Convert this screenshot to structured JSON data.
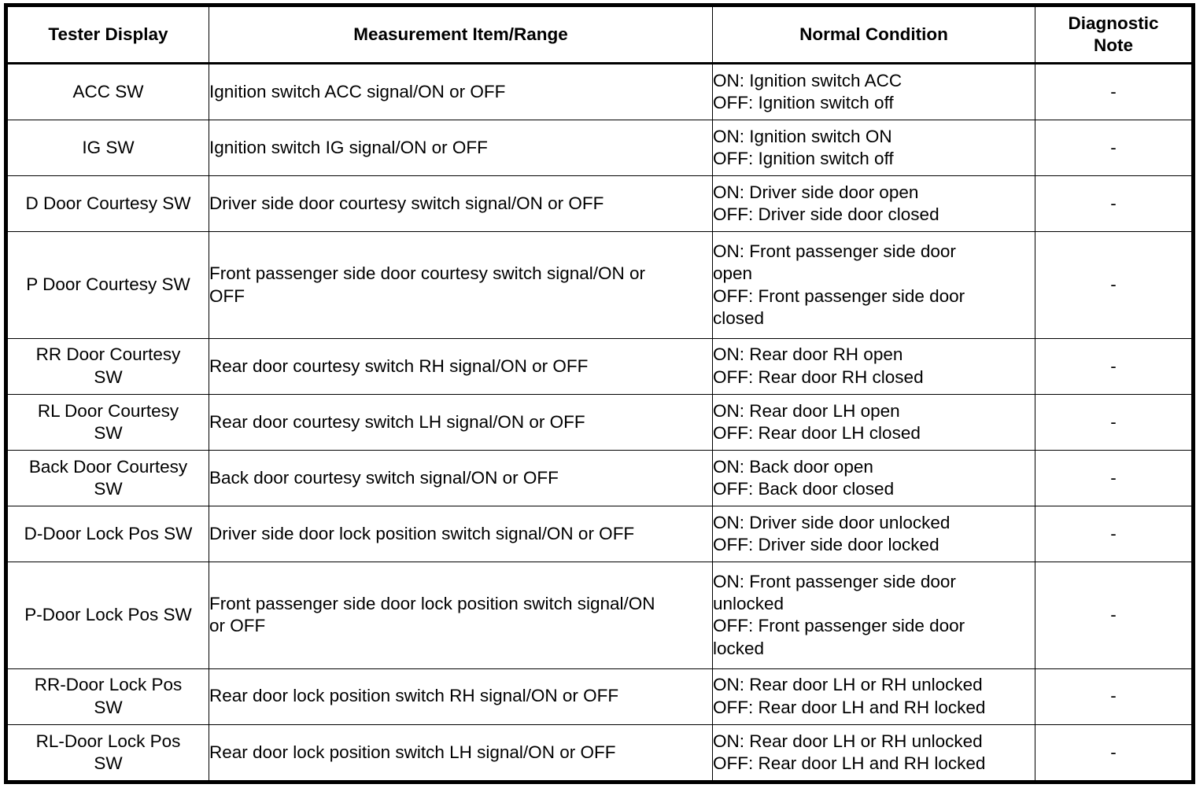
{
  "table": {
    "columns": [
      {
        "key": "tester_display",
        "label": "Tester Display"
      },
      {
        "key": "measurement_item_range",
        "label": "Measurement Item/Range"
      },
      {
        "key": "normal_condition",
        "label": "Normal Condition"
      },
      {
        "key": "diagnostic_note",
        "label": "Diagnostic\nNote"
      }
    ],
    "rows": [
      {
        "tester_display": "ACC SW",
        "measurement_item_range": "Ignition switch ACC signal/ON or OFF",
        "normal_condition": "ON: Ignition switch ACC\nOFF: Ignition switch off",
        "diagnostic_note": "-",
        "size": "short"
      },
      {
        "tester_display": "IG SW",
        "measurement_item_range": "Ignition switch IG signal/ON or OFF",
        "normal_condition": "ON: Ignition switch ON\nOFF: Ignition switch off",
        "diagnostic_note": "-",
        "size": "short"
      },
      {
        "tester_display": "D Door Courtesy SW",
        "measurement_item_range": "Driver side door courtesy switch signal/ON or OFF",
        "normal_condition": "ON: Driver side door open\nOFF: Driver side door closed",
        "diagnostic_note": "-",
        "size": "short"
      },
      {
        "tester_display": "P Door Courtesy SW",
        "measurement_item_range": "Front passenger side door courtesy switch signal/ON or\nOFF",
        "normal_condition": "ON: Front passenger side door\nopen\nOFF: Front passenger side door\nclosed",
        "diagnostic_note": "-",
        "size": "tall"
      },
      {
        "tester_display": "RR Door Courtesy\nSW",
        "measurement_item_range": "Rear door courtesy switch RH signal/ON or OFF",
        "normal_condition": "ON: Rear door RH open\nOFF: Rear door RH closed",
        "diagnostic_note": "-",
        "size": "short"
      },
      {
        "tester_display": "RL Door Courtesy\nSW",
        "measurement_item_range": "Rear door courtesy switch LH signal/ON or OFF",
        "normal_condition": "ON: Rear door LH open\nOFF: Rear door LH closed",
        "diagnostic_note": "-",
        "size": "short"
      },
      {
        "tester_display": "Back Door Courtesy\nSW",
        "measurement_item_range": "Back door courtesy switch signal/ON or OFF",
        "normal_condition": "ON: Back door open\nOFF: Back door closed",
        "diagnostic_note": "-",
        "size": "short"
      },
      {
        "tester_display": "D-Door Lock Pos SW",
        "measurement_item_range": "Driver side door lock position switch signal/ON or OFF",
        "normal_condition": "ON: Driver side door unlocked\nOFF: Driver side door locked",
        "diagnostic_note": "-",
        "size": "short"
      },
      {
        "tester_display": "P-Door Lock Pos SW",
        "measurement_item_range": "Front passenger side door lock position switch signal/ON\nor OFF",
        "normal_condition": "ON: Front passenger side door\nunlocked\nOFF: Front passenger side door\nlocked",
        "diagnostic_note": "-",
        "size": "tall"
      },
      {
        "tester_display": "RR-Door Lock Pos\nSW",
        "measurement_item_range": "Rear door lock position switch RH signal/ON or OFF",
        "normal_condition": "ON: Rear door LH or RH unlocked\nOFF: Rear door LH and RH locked",
        "diagnostic_note": "-",
        "size": "short"
      },
      {
        "tester_display": "RL-Door Lock Pos\nSW",
        "measurement_item_range": "Rear door lock position switch LH signal/ON or OFF",
        "normal_condition": "ON: Rear door LH or RH unlocked\nOFF: Rear door LH and RH locked",
        "diagnostic_note": "-",
        "size": "short"
      }
    ]
  },
  "colors": {
    "border": "#000000",
    "background": "#ffffff",
    "text": "#000000"
  }
}
